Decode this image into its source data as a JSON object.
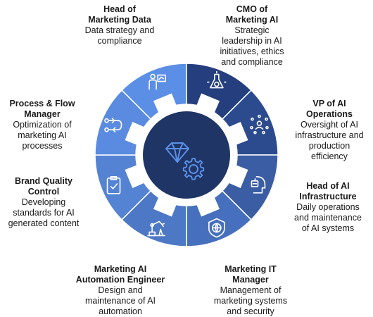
{
  "roles": [
    {
      "id": "head-of-marketing-data",
      "title": "Head of\nMarketing Data",
      "desc": "Data strategy and\ncompliance",
      "icon": "presenter-board-icon",
      "color": "#5b8fe6"
    },
    {
      "id": "cmo-of-marketing-ai",
      "title": "CMO of\nMarketing AI",
      "desc": "Strategic\nleadership in AI\ninitiatives, ethics\nand compliance",
      "icon": "gear-flask-icon",
      "color": "#243e7e"
    },
    {
      "id": "vp-of-ai-operations",
      "title": "VP of AI\nOperations",
      "desc": "Oversight of AI\ninfrastructure and\nproduction\nefficiency",
      "icon": "team-network-icon",
      "color": "#2c4b8e"
    },
    {
      "id": "head-of-ai-infrastructure",
      "title": "Head of AI\nInfrastructure",
      "desc": "Daily operations\nand maintenance\nof AI systems",
      "icon": "robot-head-icon",
      "color": "#3a5da3"
    },
    {
      "id": "marketing-it-manager",
      "title": "Marketing IT\nManager",
      "desc": "Management of\nmarketing systems\nand security",
      "icon": "globe-shield-icon",
      "color": "#4670bd"
    },
    {
      "id": "marketing-ai-automation-engineer",
      "title": "Marketing AI\nAutomation Engineer",
      "desc": "Design and\nmaintenance of AI\nautomation",
      "icon": "robot-arm-icon",
      "color": "#4d78c6"
    },
    {
      "id": "brand-quality-control",
      "title": "Brand Quality\nControl",
      "desc": "Developing\nstandards for AI\ngenerated content",
      "icon": "clipboard-check-icon",
      "color": "#5583d3"
    },
    {
      "id": "process-and-flow-manager",
      "title": "Process & Flow\nManager",
      "desc": "Optimization of\nmarketing AI\nprocesses",
      "icon": "flow-path-icon",
      "color": "#5a8be0"
    }
  ],
  "center": {
    "icon": "diamond-gear-icon",
    "color": "#1f3566"
  },
  "colors": {
    "separator": "#ffffff",
    "icon_stroke": "#ffffff"
  }
}
